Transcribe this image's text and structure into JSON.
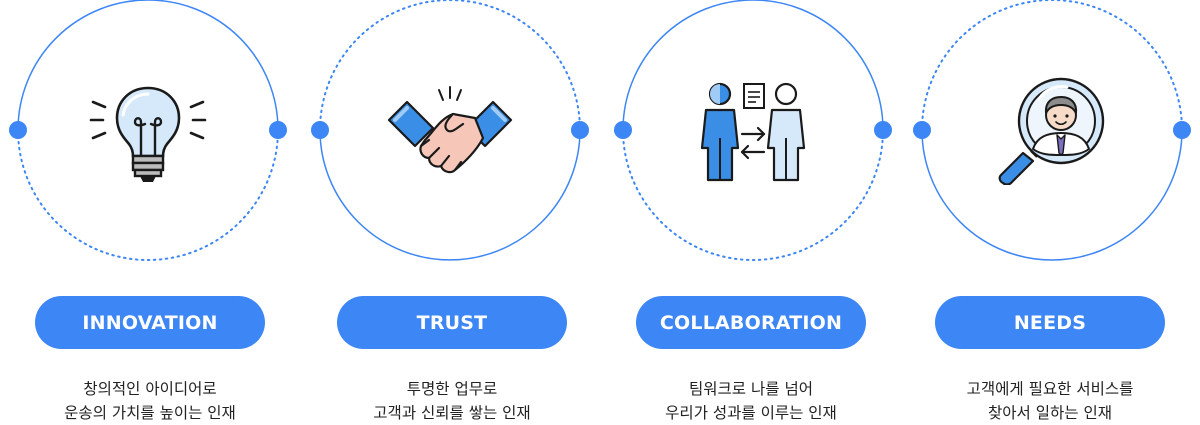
{
  "accent_color": "#3d86f5",
  "values": [
    {
      "icon": "lightbulb-icon",
      "label": "INNOVATION",
      "desc_line1": "창의적인 아이디어로",
      "desc_line2": "운송의 가치를 높이는 인재"
    },
    {
      "icon": "handshake-icon",
      "label": "TRUST",
      "desc_line1": "투명한 업무로",
      "desc_line2": "고객과 신뢰를 쌓는 인재"
    },
    {
      "icon": "collaboration-icon",
      "label": "COLLABORATION",
      "desc_line1": "팀워크로 나를 넘어",
      "desc_line2": "우리가 성과를 이루는 인재"
    },
    {
      "icon": "magnifier-person-icon",
      "label": "NEEDS",
      "desc_line1": "고객에게 필요한 서비스를",
      "desc_line2": "찾아서 일하는 인재"
    }
  ]
}
